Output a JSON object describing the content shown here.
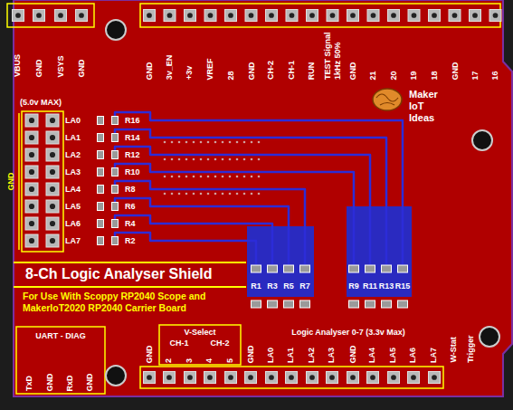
{
  "diagram": {
    "title": "8-Ch Logic Analyser Shield",
    "caption": "For Use With Scoppy RP2040 Scope and MakerIoT2020 RP2040 Carrier Board",
    "labels": [
      "VBUS",
      "GND",
      "VSYS",
      "GND",
      "GND",
      "3v_EN",
      "+3v",
      "VREF",
      "28",
      "GND",
      "CH-2",
      "CH-1",
      "RUN",
      "TEST Signal 1kHz 50%",
      "GND",
      "21",
      "20",
      "19",
      "18",
      "GND",
      "17",
      "16",
      "(5.0v MAX)",
      "GND",
      "LA0",
      "LA1",
      "LA2",
      "LA3",
      "LA4",
      "LA5",
      "LA6",
      "LA7",
      "R16",
      "R14",
      "R12",
      "R10",
      "R8",
      "R6",
      "R4",
      "R2",
      "Maker IoT Ideas",
      "R1",
      "R3",
      "R5",
      "R7",
      "R9",
      "R11",
      "R13",
      "R15",
      "UART - DIAG",
      "TxD",
      "GND",
      "RxD",
      "GND",
      "V-Select",
      "CH-1",
      "CH-2",
      "Logic Analyser 0-7 (3.3v Max)",
      "GND",
      "2",
      "3",
      "4",
      "5",
      "GND",
      "LA0",
      "LA1",
      "LA2",
      "LA3",
      "GND",
      "LA4",
      "LA5",
      "LA6",
      "LA7",
      "W-Stat",
      "Trigger"
    ]
  }
}
